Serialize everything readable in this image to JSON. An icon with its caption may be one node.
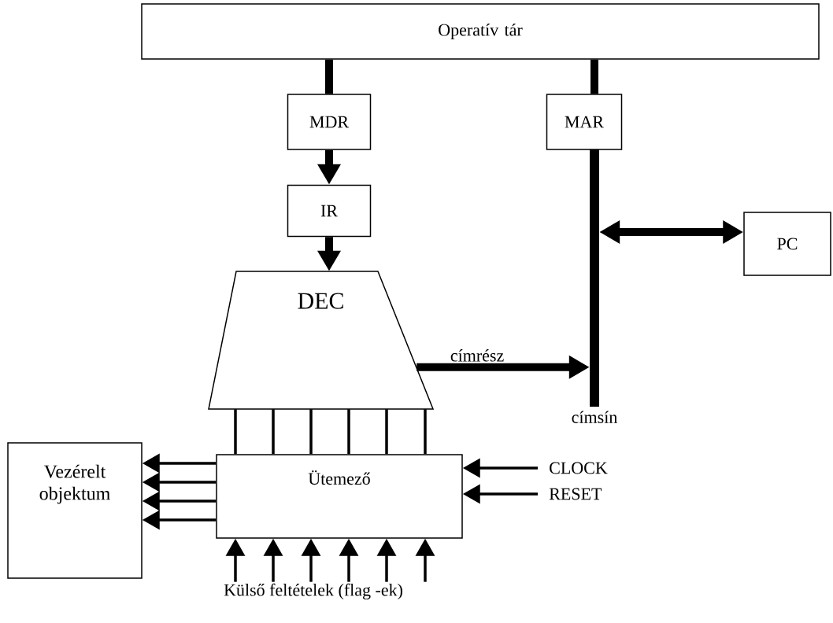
{
  "diagram": {
    "nodes": [
      {
        "text": [
          "Operatív tár"
        ]
      },
      {
        "text": [
          "MDR"
        ]
      },
      {
        "text": [
          "MAR"
        ]
      },
      {
        "text": [
          "IR"
        ]
      },
      {
        "text": [
          "PC"
        ]
      },
      {
        "text": [
          "DEC"
        ]
      },
      {
        "text": [],
        "shape": "bar",
        "beside": [
          "címsín"
        ]
      },
      {
        "text": [
          "Ütemező"
        ]
      },
      {
        "text": [
          "Vezérelt objektum"
        ]
      },
      {
        "text": [
          "CLOCK"
        ]
      },
      {
        "text": [
          "RESET"
        ]
      },
      {
        "text": [
          "Külső feltételek (flag -ek)"
        ]
      }
    ],
    "edges": [
      {
        "from": 0,
        "to": 1,
        "arrow": "none",
        "style": "thick"
      },
      {
        "from": 0,
        "to": 2,
        "arrow": "none",
        "style": "thick"
      },
      {
        "from": 1,
        "to": 3,
        "arrow": "to",
        "style": "thick"
      },
      {
        "from": 3,
        "to": 5,
        "arrow": "to",
        "style": "thick"
      },
      {
        "from": 5,
        "to": 6,
        "arrow": "to",
        "style": "thick",
        "label": "címrész"
      },
      {
        "from": 6,
        "to": 4,
        "arrow": "both",
        "style": "thick"
      },
      {
        "from": 5,
        "to": 7,
        "arrow": "none"
      },
      {
        "from": 5,
        "to": 7,
        "arrow": "none"
      },
      {
        "from": 5,
        "to": 7,
        "arrow": "none"
      },
      {
        "from": 5,
        "to": 7,
        "arrow": "none"
      },
      {
        "from": 5,
        "to": 7,
        "arrow": "none"
      },
      {
        "from": 5,
        "to": 7,
        "arrow": "none"
      },
      {
        "from": 7,
        "to": 8,
        "arrow": "to"
      },
      {
        "from": 7,
        "to": 8,
        "arrow": "to"
      },
      {
        "from": 7,
        "to": 8,
        "arrow": "to"
      },
      {
        "from": 7,
        "to": 8,
        "arrow": "to"
      },
      {
        "from": 9,
        "to": 7,
        "arrow": "to"
      },
      {
        "from": 10,
        "to": 7,
        "arrow": "to"
      },
      {
        "from": 11,
        "to": 7,
        "arrow": "to"
      },
      {
        "from": 11,
        "to": 7,
        "arrow": "to"
      },
      {
        "from": 11,
        "to": 7,
        "arrow": "to"
      },
      {
        "from": 11,
        "to": 7,
        "arrow": "to"
      },
      {
        "from": 11,
        "to": 7,
        "arrow": "to"
      },
      {
        "from": 11,
        "to": 7,
        "arrow": "to"
      }
    ]
  }
}
